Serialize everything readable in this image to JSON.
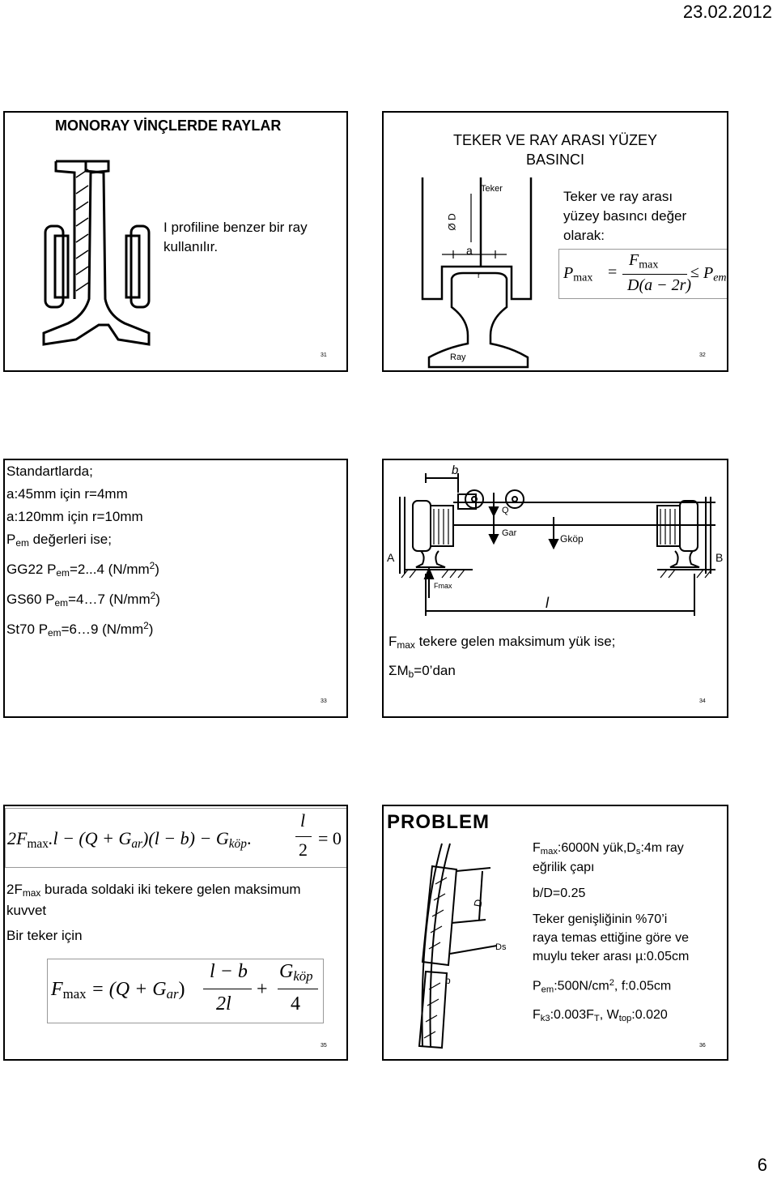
{
  "date": "23.02.2012",
  "page_number": "6",
  "slide31": {
    "title": "MONORAY VİNÇLERDE RAYLAR",
    "text_a": "I profiline benzer bir ray",
    "text_b": "kullanılır.",
    "num": "31"
  },
  "slide32": {
    "title_line1": "TEKER VE RAY ARASI YÜZEY",
    "title_line2": "BASINCI",
    "text_line1": "Teker ve ray arası",
    "text_line2": "yüzey basıncı değer",
    "text_line3": "olarak:",
    "sketch_labels": {
      "teker": "Teker",
      "d": "Ø D",
      "a": "a",
      "r": "r",
      "ray": "Ray"
    },
    "formula": {
      "lhs": "P",
      "lhs_sub": "max",
      "eq": "=",
      "num": "F",
      "num_sub": "max",
      "den": "D(a − 2r)",
      "le": "≤",
      "rhs": "P",
      "rhs_sub": "em"
    },
    "num": "32"
  },
  "slide33": {
    "l1": "Standartlarda;",
    "l2": "a:45mm için r=4mm",
    "l3": "a:120mm için r=10mm",
    "l4_a": "P",
    "l4_sub": "em",
    "l4_b": " değerleri ise;",
    "l5_a": "GG22 P",
    "l5_sub": "em",
    "l5_b": "=2...4 (N/mm",
    "l5_sup": "2",
    "l5_c": ")",
    "l6_a": "GS60 P",
    "l6_sub": "em",
    "l6_b": "=4…7 (N/mm",
    "l6_sup": "2",
    "l6_c": ")",
    "l7_a": "St70  P",
    "l7_sub": "em",
    "l7_b": "=6…9 (N/mm",
    "l7_sup": "2",
    "l7_c": ")",
    "num": "33"
  },
  "slide34": {
    "labels": {
      "b": "b",
      "q": "Q",
      "gar": "Gar",
      "gkop": "Gköp",
      "a": "A",
      "B": "B",
      "l": "l",
      "fmax": "Fmax"
    },
    "text1_a": "F",
    "text1_sub": "max",
    "text1_b": " tekere gelen maksimum yük ise;",
    "text2_a": "ΣM",
    "text2_sub": "b",
    "text2_b": "=0’dan",
    "num": "34"
  },
  "slide35": {
    "eq1": {
      "a": "2F",
      "sub1": "max",
      "b": ".l − (Q + G",
      "sub2": "ar",
      "c": ")(l − b) − G",
      "sub3": "köp",
      "d": ".",
      "frac_num": "l",
      "frac_den": "2",
      "e": "= 0"
    },
    "text1_a": "2F",
    "text1_sub": "max",
    "text1_b": " burada soldaki iki tekere gelen maksimum",
    "text1_c": "kuvvet",
    "text2": "Bir teker için",
    "eq2": {
      "a": "F",
      "sub1": "max",
      "b": "= (Q + G",
      "sub2": "ar",
      "c": ")",
      "frac1_num": "l − b",
      "frac1_den": "2l",
      "plus": "+",
      "frac2_num": "G",
      "frac2_sub": "köp",
      "frac2_den": "4"
    },
    "num": "35"
  },
  "slide36": {
    "title": "PROBLEM",
    "sketch_labels": {
      "d": "D",
      "ds": "Ds",
      "b": "b"
    },
    "l1_a": "F",
    "l1_sub": "max",
    "l1_b": ":6000N yük,D",
    "l1_sub2": "s",
    "l1_c": ":4m ray",
    "l1_d": "eğrilik çapı",
    "l2": "b/D=0.25",
    "l3": "Teker genişliğinin %70’i",
    "l4": "raya temas ettiğine göre ve",
    "l5": "muylu teker arası  µ:0.05cm",
    "l6_a": "P",
    "l6_sub": "em",
    "l6_b": ":500N/cm",
    "l6_sup": "2",
    "l6_c": ", f:0.05cm",
    "l7_a": "F",
    "l7_sub": "k3",
    "l7_b": ":0.003F",
    "l7_sub2": "T",
    "l7_c": ",   W",
    "l7_sub3": "top",
    "l7_d": ":0.020",
    "num": "36"
  }
}
